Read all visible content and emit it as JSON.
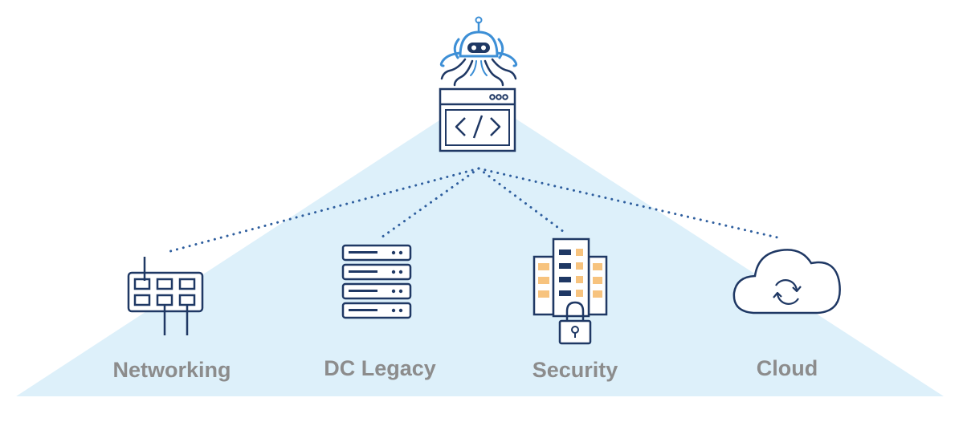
{
  "colors": {
    "background": "#ffffff",
    "triangle": "#ddf0fa",
    "line": "#1f3864",
    "dots": "#2e5e9e",
    "robot_blue": "#3d8fd6",
    "accent": "#f7c37e",
    "label": "#8c8c8c"
  },
  "central_node": {
    "robot_icon": "octopus-robot-icon",
    "code_icon": "code-window-icon"
  },
  "categories": [
    {
      "label": "Networking",
      "icon": "network-switch-icon"
    },
    {
      "label": "DC Legacy",
      "icon": "server-rack-icon"
    },
    {
      "label": "Security",
      "icon": "secure-building-lock-icon"
    },
    {
      "label": "Cloud",
      "icon": "cloud-sync-icon"
    }
  ]
}
